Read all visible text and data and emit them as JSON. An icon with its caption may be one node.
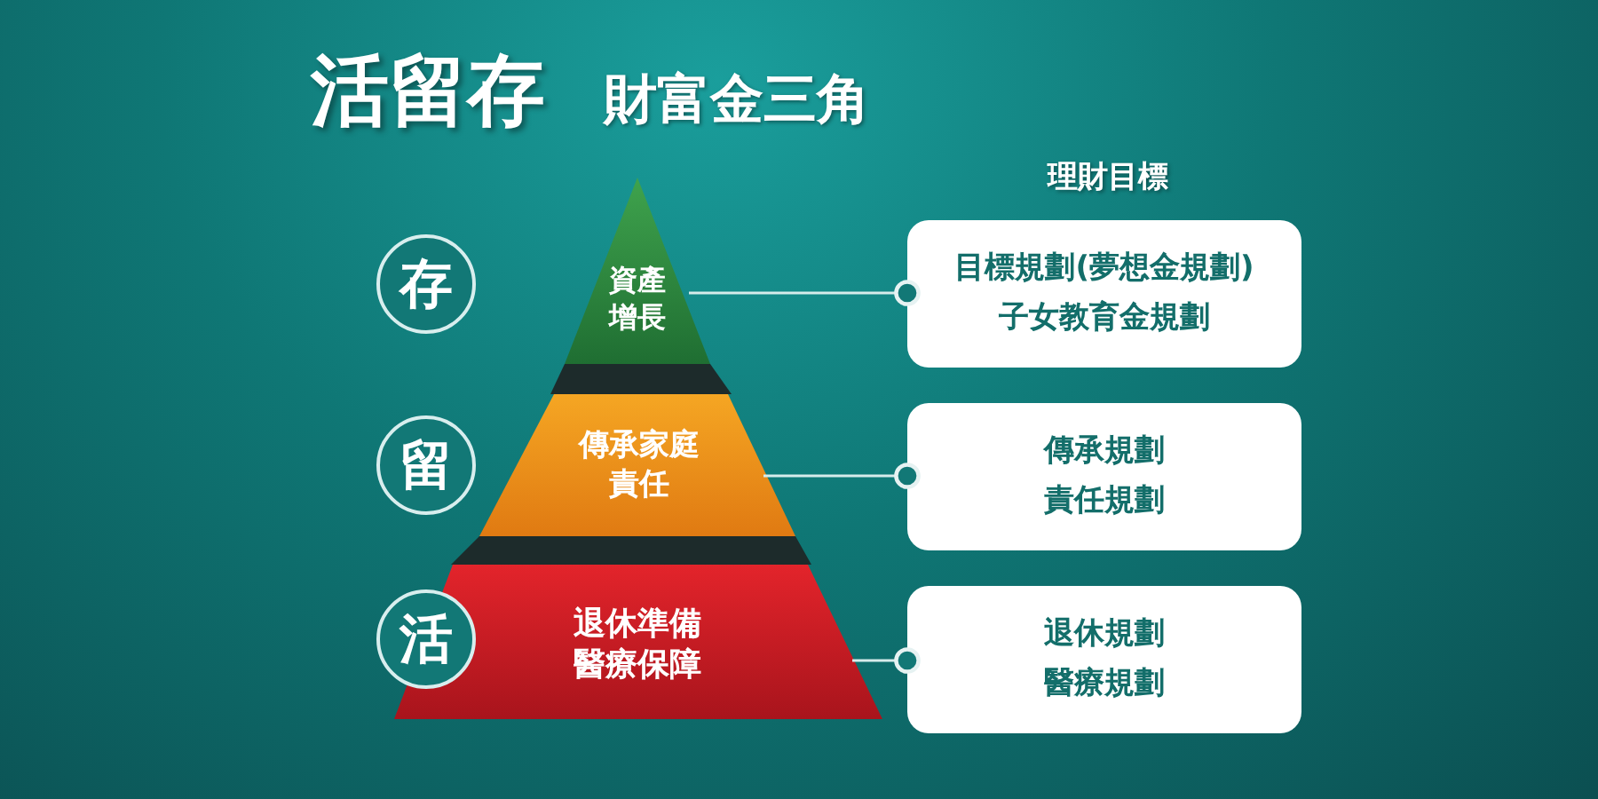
{
  "diagram": {
    "title": "活留存",
    "nodes": [
      {
        "text": [
          "存"
        ]
      },
      {
        "text": [
          "資產增長"
        ]
      },
      {
        "text": [
          "目標規劃(夢想金規劃)子女教育金規劃"
        ]
      },
      {
        "text": [
          "留"
        ]
      },
      {
        "text": [
          "傳承家庭責任"
        ]
      },
      {
        "text": [
          "傳承規劃責任規劃"
        ]
      },
      {
        "text": [
          "活"
        ]
      },
      {
        "text": [
          "退休準備醫療保障"
        ]
      },
      {
        "text": [
          "退休規劃醫療規劃"
        ]
      }
    ],
    "edges": [
      {
        "from": 1,
        "to": 2,
        "arrow": "other"
      },
      {
        "from": 4,
        "to": 5,
        "arrow": "other"
      },
      {
        "from": 7,
        "to": 8,
        "arrow": "other"
      }
    ],
    "labels": [
      "財富金三角",
      "理財目標"
    ]
  }
}
